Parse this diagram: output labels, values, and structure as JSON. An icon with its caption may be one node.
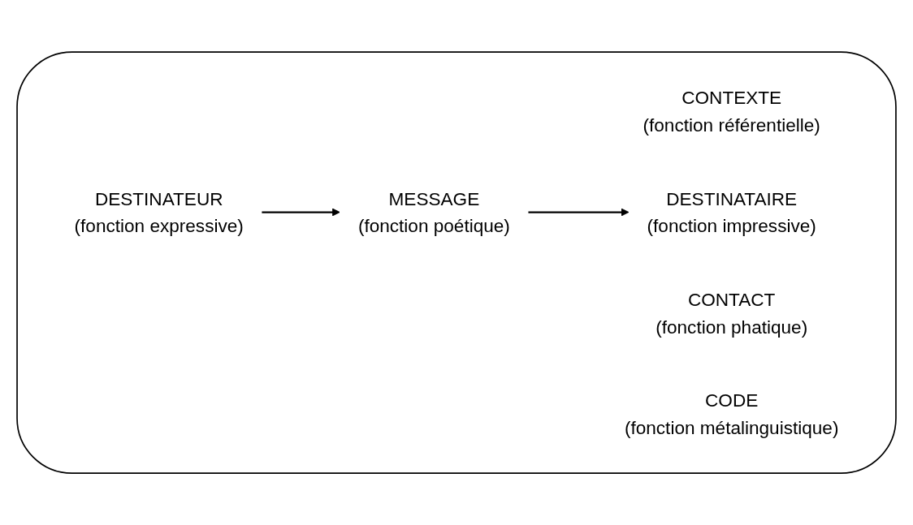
{
  "diagram": {
    "nodes": [
      {
        "text": [],
        "shape": "box"
      },
      {
        "text": [
          "CONTEXTE",
          "(fonction référentielle)"
        ],
        "in": 0
      },
      {
        "text": [
          "DESTINATEUR",
          "(fonction expressive)"
        ],
        "in": 0
      },
      {
        "text": [
          "MESSAGE",
          "(fonction poétique)"
        ],
        "in": 0
      },
      {
        "text": [
          "DESTINATAIRE",
          "(fonction impressive)"
        ],
        "in": 0
      },
      {
        "text": [
          "CONTACT",
          "(fonction phatique)"
        ],
        "in": 0
      },
      {
        "text": [
          "CODE",
          "(fonction métalinguistique)"
        ],
        "in": 0
      }
    ],
    "edges": [
      {
        "from": 2,
        "to": 3,
        "arrow": "to"
      },
      {
        "from": 3,
        "to": 4,
        "arrow": "to"
      }
    ]
  }
}
